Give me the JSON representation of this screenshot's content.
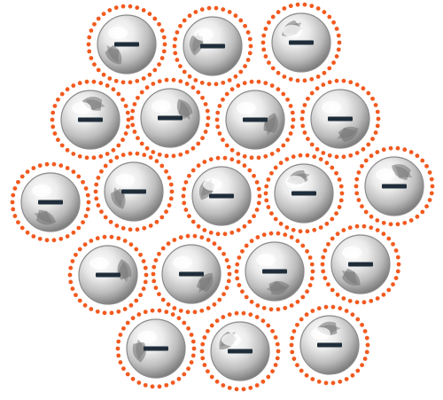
{
  "diagram": {
    "colors": {
      "background": "#ffffff",
      "shell_dots": "#f25a1f",
      "sphere_light": "#f7f7f7",
      "sphere_mid": "#c7c7c7",
      "sphere_dark": "#6f6f6f",
      "sphere_edge": "#8a8a8a",
      "charge_sign": "#1f2d3a"
    },
    "charge_symbol": "minus-sign",
    "shell_style": "dotted-ring",
    "rows": [
      {
        "count": 3
      },
      {
        "count": 4
      },
      {
        "count": 5
      },
      {
        "count": 4
      },
      {
        "count": 3
      }
    ]
  }
}
